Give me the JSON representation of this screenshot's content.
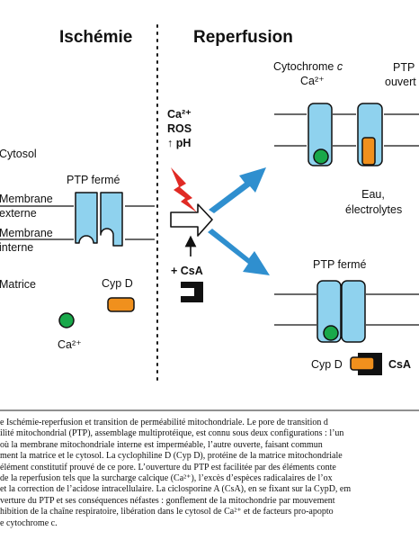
{
  "headers": {
    "left": "Ischémie",
    "right": "Reperfusion"
  },
  "labels": {
    "cytosol": "Cytosol",
    "membrane_externe": [
      "Membrane",
      "externe"
    ],
    "membrane_interne": [
      "Membrane",
      "interne"
    ],
    "matrice": "Matrice",
    "ptp_ferme_left": "PTP fermé",
    "cyp_d_left": "Cyp D",
    "ca_left": "Ca²⁺",
    "triggers": [
      "Ca²⁺",
      "ROS",
      "↑ pH"
    ],
    "csa_plus": "+ CsA",
    "cytochrome": [
      "Cytochrome ",
      "c"
    ],
    "ca_top_right": "Ca²⁺",
    "ptp_ouvert": [
      "PTP",
      "ouvert"
    ],
    "eau": [
      "Eau,",
      "électrolytes"
    ],
    "ptp_ferme_right": "PTP fermé",
    "cyp_d_right": "Cyp D",
    "csa_right": "CsA"
  },
  "colors": {
    "pore": "#8fd2ee",
    "ca_green": "#19a84a",
    "cyp_orange": "#f0901d",
    "arrow_blue": "#2f8fcf",
    "lightning_red": "#e02a24",
    "csa_black": "#111111"
  },
  "icons": [
    "lightning-icon",
    "hollow-arrow-icon",
    "up-arrow-icon",
    "csa-block-icon"
  ],
  "caption": [
    "e Ischémie-reperfusion et transition de perméabilité mitochondriale. Le pore de transition d",
    "ilité mitochondrial (PTP), assemblage multiprotéique, est connu sous deux configurations : l’un",
    "où la membrane mitochondriale interne est imperméable, l’autre ouverte, faisant commun",
    "ment la matrice et le cytosol. La cyclophiline D (Cyp D), protéine de la matrice mitochondriale",
    "élément constitutif prouvé de ce pore. L’ouverture du PTP est facilitée par des éléments conte",
    "de la reperfusion tels que la surcharge calcique (Ca²⁺), l’excès d’espèces radicalaires de l’ox",
    "et la correction de l’acidose intracellulaire. La ciclosporine A (CsA), en se fixant sur la CypD, em",
    "verture du PTP et ses conséquences néfastes : gonflement de la mitochondrie par mouvement",
    "hibition de la chaîne respiratoire, libération dans le cytosol de Ca²⁺ et de facteurs pro-apopto",
    "e cytochrome c."
  ]
}
